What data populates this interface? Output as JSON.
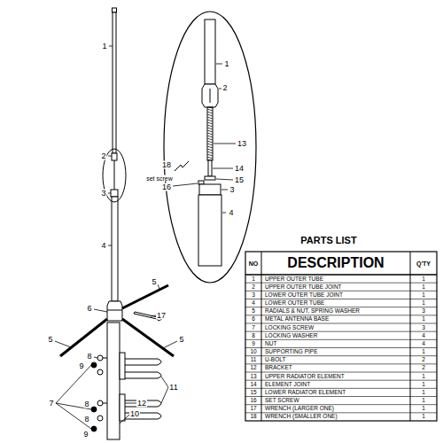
{
  "diagram": {
    "title": "PARTS LIST",
    "labels": [
      "1",
      "2",
      "3",
      "4",
      "5",
      "6",
      "17",
      "5",
      "5",
      "8",
      "9",
      "11",
      "7",
      "8",
      "12",
      "10",
      "8",
      "9",
      "1",
      "2",
      "13",
      "18",
      "14",
      "set screw",
      "15",
      "16",
      "3",
      "4",
      "NO",
      "DESCRIPTION",
      "Q'TY",
      "1",
      "UPPER OUTER TUBE",
      "1",
      "2",
      "UPPER OUTER TUBE JOINT",
      "1",
      "3",
      "LOWER OUTER TUBE JOINT",
      "1",
      "4",
      "LOWER OUTER TUBE",
      "1",
      "5",
      "RADIALS & NUT, SPRING WASHER",
      "3",
      "6",
      "METAL ANTENNA BASE",
      "1",
      "7",
      "LOCKING SCREW",
      "3",
      "8",
      "LOCKING WASHER",
      "4",
      "9",
      "NUT",
      "4",
      "10",
      "SUPPORTING PIPE",
      "1",
      "11",
      "U-BOLT",
      "2",
      "12",
      "BRACKET",
      "2",
      "13",
      "UPPER RADIATOR ELEMENT",
      "1",
      "14",
      "ELEMENT JOINT",
      "1",
      "15",
      "LOWER RADIATOR ELEMENT",
      "1",
      "16",
      "SET SCREW",
      "1",
      "17",
      "WRENCH (LARGER ONE)",
      "1",
      "18",
      "WRENCH (SMALLER ONE)",
      "1"
    ]
  }
}
